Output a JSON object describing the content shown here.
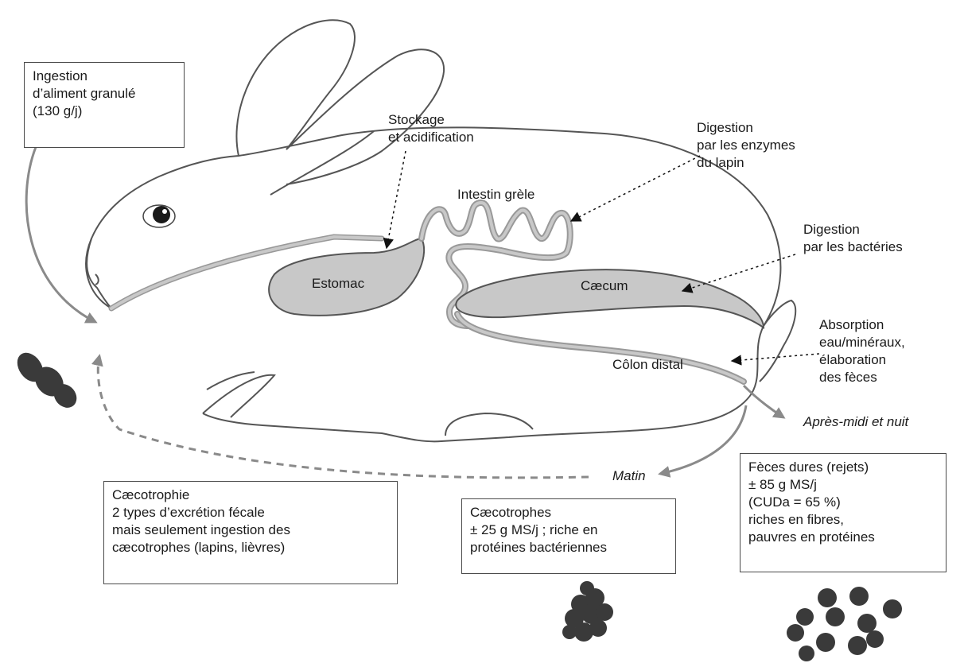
{
  "labels": {
    "ingestion": [
      "Ingestion",
      "d’aliment granulé",
      "(130 g/j)"
    ],
    "stockage": [
      "Stockage",
      "et acidification"
    ],
    "digestion_enzymes": [
      "Digestion",
      "par les enzymes",
      "du lapin"
    ],
    "intestin": "Intestin grèle",
    "digestion_bacteries": [
      "Digestion",
      "par les bactéries"
    ],
    "estomac": "Estomac",
    "caecum": "Cæcum",
    "absorption": [
      "Absorption",
      "eau/minéraux,",
      "élaboration",
      "des fèces"
    ],
    "colon": "Côlon distal",
    "apres_midi": "Après-midi et nuit",
    "matin": "Matin",
    "caecotrophie": [
      "Cæcotrophie",
      "2 types d’excrétion fécale",
      "mais seulement ingestion des",
      "cæcotrophes (lapins, lièvres)"
    ],
    "caecotrophes": [
      "Cæcotrophes",
      "± 25 g MS/j ; riche en",
      "protéines bactériennes"
    ],
    "feces_dures": [
      "Fèces dures (rejets)",
      "± 85 g MS/j",
      "(CUDa = 65 %)",
      "riches en fibres,",
      "pauvres en protéines"
    ]
  },
  "colors": {
    "organ_fill": "#c8c8c8",
    "outline": "#4a4a4a",
    "arrow": "#8a8a8a",
    "pellet": "#3a3a3a"
  }
}
